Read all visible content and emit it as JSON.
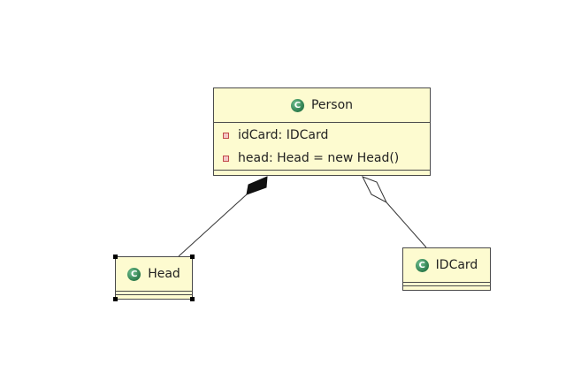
{
  "colors": {
    "class_fill": "#fdfbd0",
    "class_border": "#4a4a4a",
    "class_icon": "#2b7a4b",
    "field_icon": "#c24a4a"
  },
  "classes": {
    "person": {
      "name": "Person",
      "icon": "class-icon",
      "attributes": [
        {
          "icon": "private-field-icon",
          "text": "idCard: IDCard"
        },
        {
          "icon": "private-field-icon",
          "text": "head: Head = new Head()"
        }
      ]
    },
    "head": {
      "name": "Head",
      "icon": "class-icon",
      "selected": true
    },
    "idcard": {
      "name": "IDCard",
      "icon": "class-icon"
    }
  },
  "relationships": [
    {
      "type": "composition",
      "whole": "Person",
      "part": "Head"
    },
    {
      "type": "aggregation",
      "whole": "Person",
      "part": "IDCard"
    }
  ]
}
